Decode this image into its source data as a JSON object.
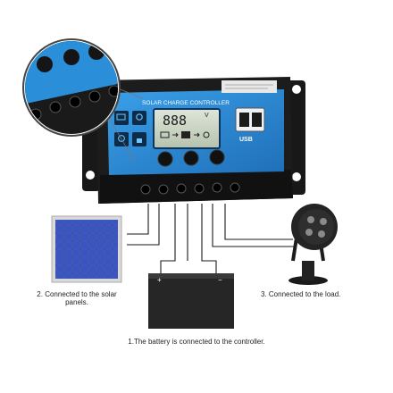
{
  "controller": {
    "title": "SOLAR CHARGE CONTROLLER",
    "lcd_digits": "888",
    "lcd_unit": "V",
    "usb_label": "USB",
    "icons": [
      "battery-icon",
      "solar-panel-icon",
      "lamp-icon",
      "bulb-icon"
    ],
    "buttons": [
      "button-left",
      "button-middle",
      "button-right"
    ],
    "accent": "#2a8ed8",
    "body": "#151515"
  },
  "labels": {
    "solar": "2. Connected to the solar panels.",
    "load": "3. Connected to the load.",
    "battery": "1.The battery is connected to the controller."
  },
  "battery": {
    "plus": "+",
    "minus": "−"
  }
}
